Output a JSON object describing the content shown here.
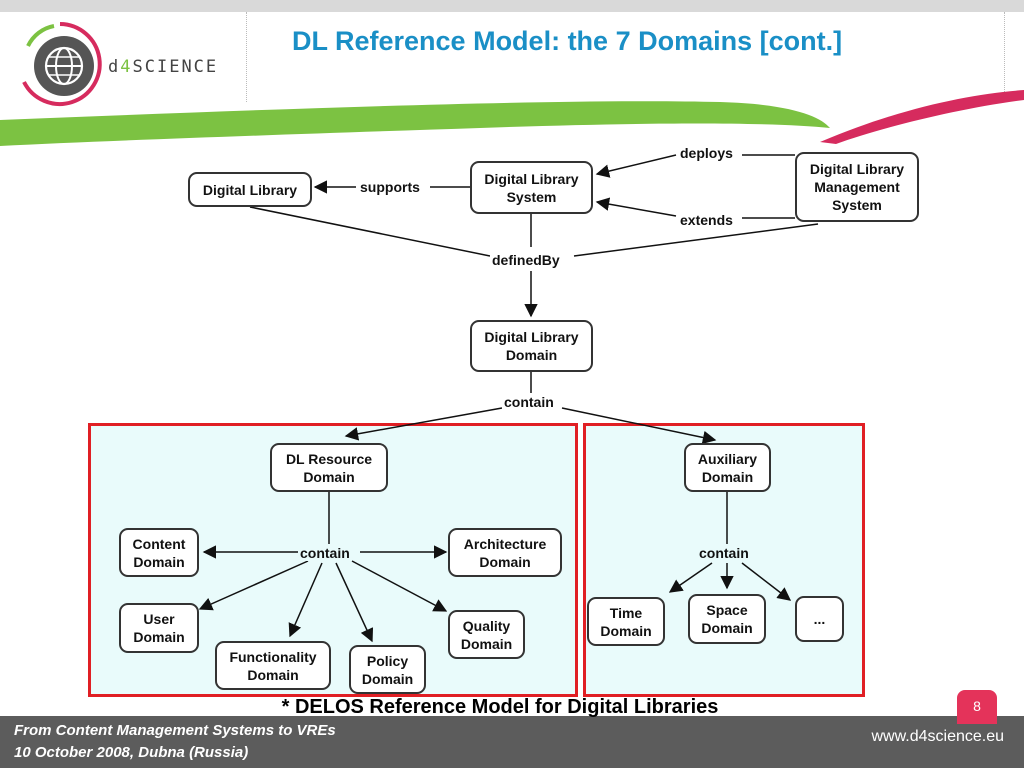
{
  "header": {
    "title": "DL Reference Model: the 7 Domains [cont.]",
    "logo_prefix": "d",
    "logo_four": "4",
    "logo_suffix": "science"
  },
  "diagram": {
    "nodes": {
      "digital_library": "Digital Library",
      "dl_system": "Digital Library\nSystem",
      "dl_management_system": "Digital Library\nManagement\nSystem",
      "dl_domain": "Digital Library\nDomain",
      "dl_resource_domain": "DL Resource\nDomain",
      "auxiliary_domain": "Auxiliary\nDomain",
      "content_domain": "Content\nDomain",
      "architecture_domain": "Architecture\nDomain",
      "user_domain": "User\nDomain",
      "functionality_domain": "Functionality\nDomain",
      "policy_domain": "Policy\nDomain",
      "quality_domain": "Quality\nDomain",
      "time_domain": "Time\nDomain",
      "space_domain": "Space\nDomain",
      "more": "..."
    },
    "edge_labels": {
      "deploys": "deploys",
      "supports": "supports",
      "extends": "extends",
      "defined_by": "definedBy",
      "contain_top": "contain",
      "contain_left": "contain",
      "contain_right": "contain"
    },
    "caption": "* DELOS Reference Model for Digital Libraries"
  },
  "footer": {
    "line1": "From Content Management Systems to VREs",
    "line2": "10 October 2008, Dubna (Russia)",
    "url": "www.d4science.eu",
    "page_number": "8"
  },
  "colors": {
    "title": "#1a8fc6",
    "panel_border": "#e01f24",
    "panel_fill": "#e9fbfb",
    "swoosh_green": "#7cc242",
    "swoosh_pink": "#d62b5e",
    "footer_bg": "#5c5c5c",
    "page_badge": "#e4335a"
  }
}
